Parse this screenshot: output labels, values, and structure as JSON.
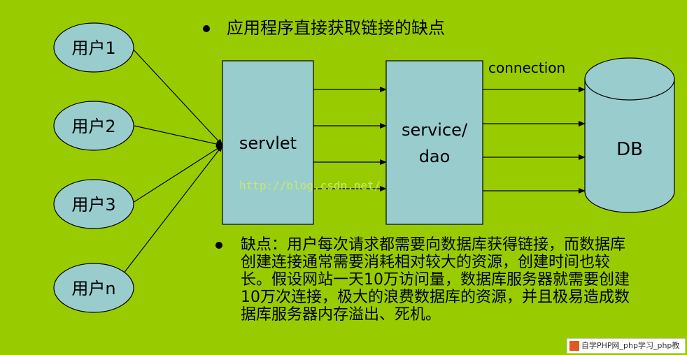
{
  "users": [
    "用户1",
    "用户2",
    "用户3",
    "用户n"
  ],
  "servlet_label": "servlet",
  "service_label_line1": "service/",
  "service_label_line2": "dao",
  "connection_label": "connection",
  "db_label": "DB",
  "title_bullet": "应用程序直接获取链接的缺点",
  "description_bullet": "缺点：用户每次请求都需要向数据库获得链接，而数据库创建连接通常需要消耗相对较大的资源，创建时间也较长。假设网站一天10万访问量，数据库服务器就需要创建10万次连接，极大的浪费数据库的资源，并且极易造成数据库服务器内存溢出、死机。",
  "watermark_url": "http://blog.csdn.net/",
  "badge_text": "自学PHP网_php学习_php教",
  "colors": {
    "background": "#99cc00",
    "box_fill": "#99cccc",
    "line": "#000000"
  }
}
